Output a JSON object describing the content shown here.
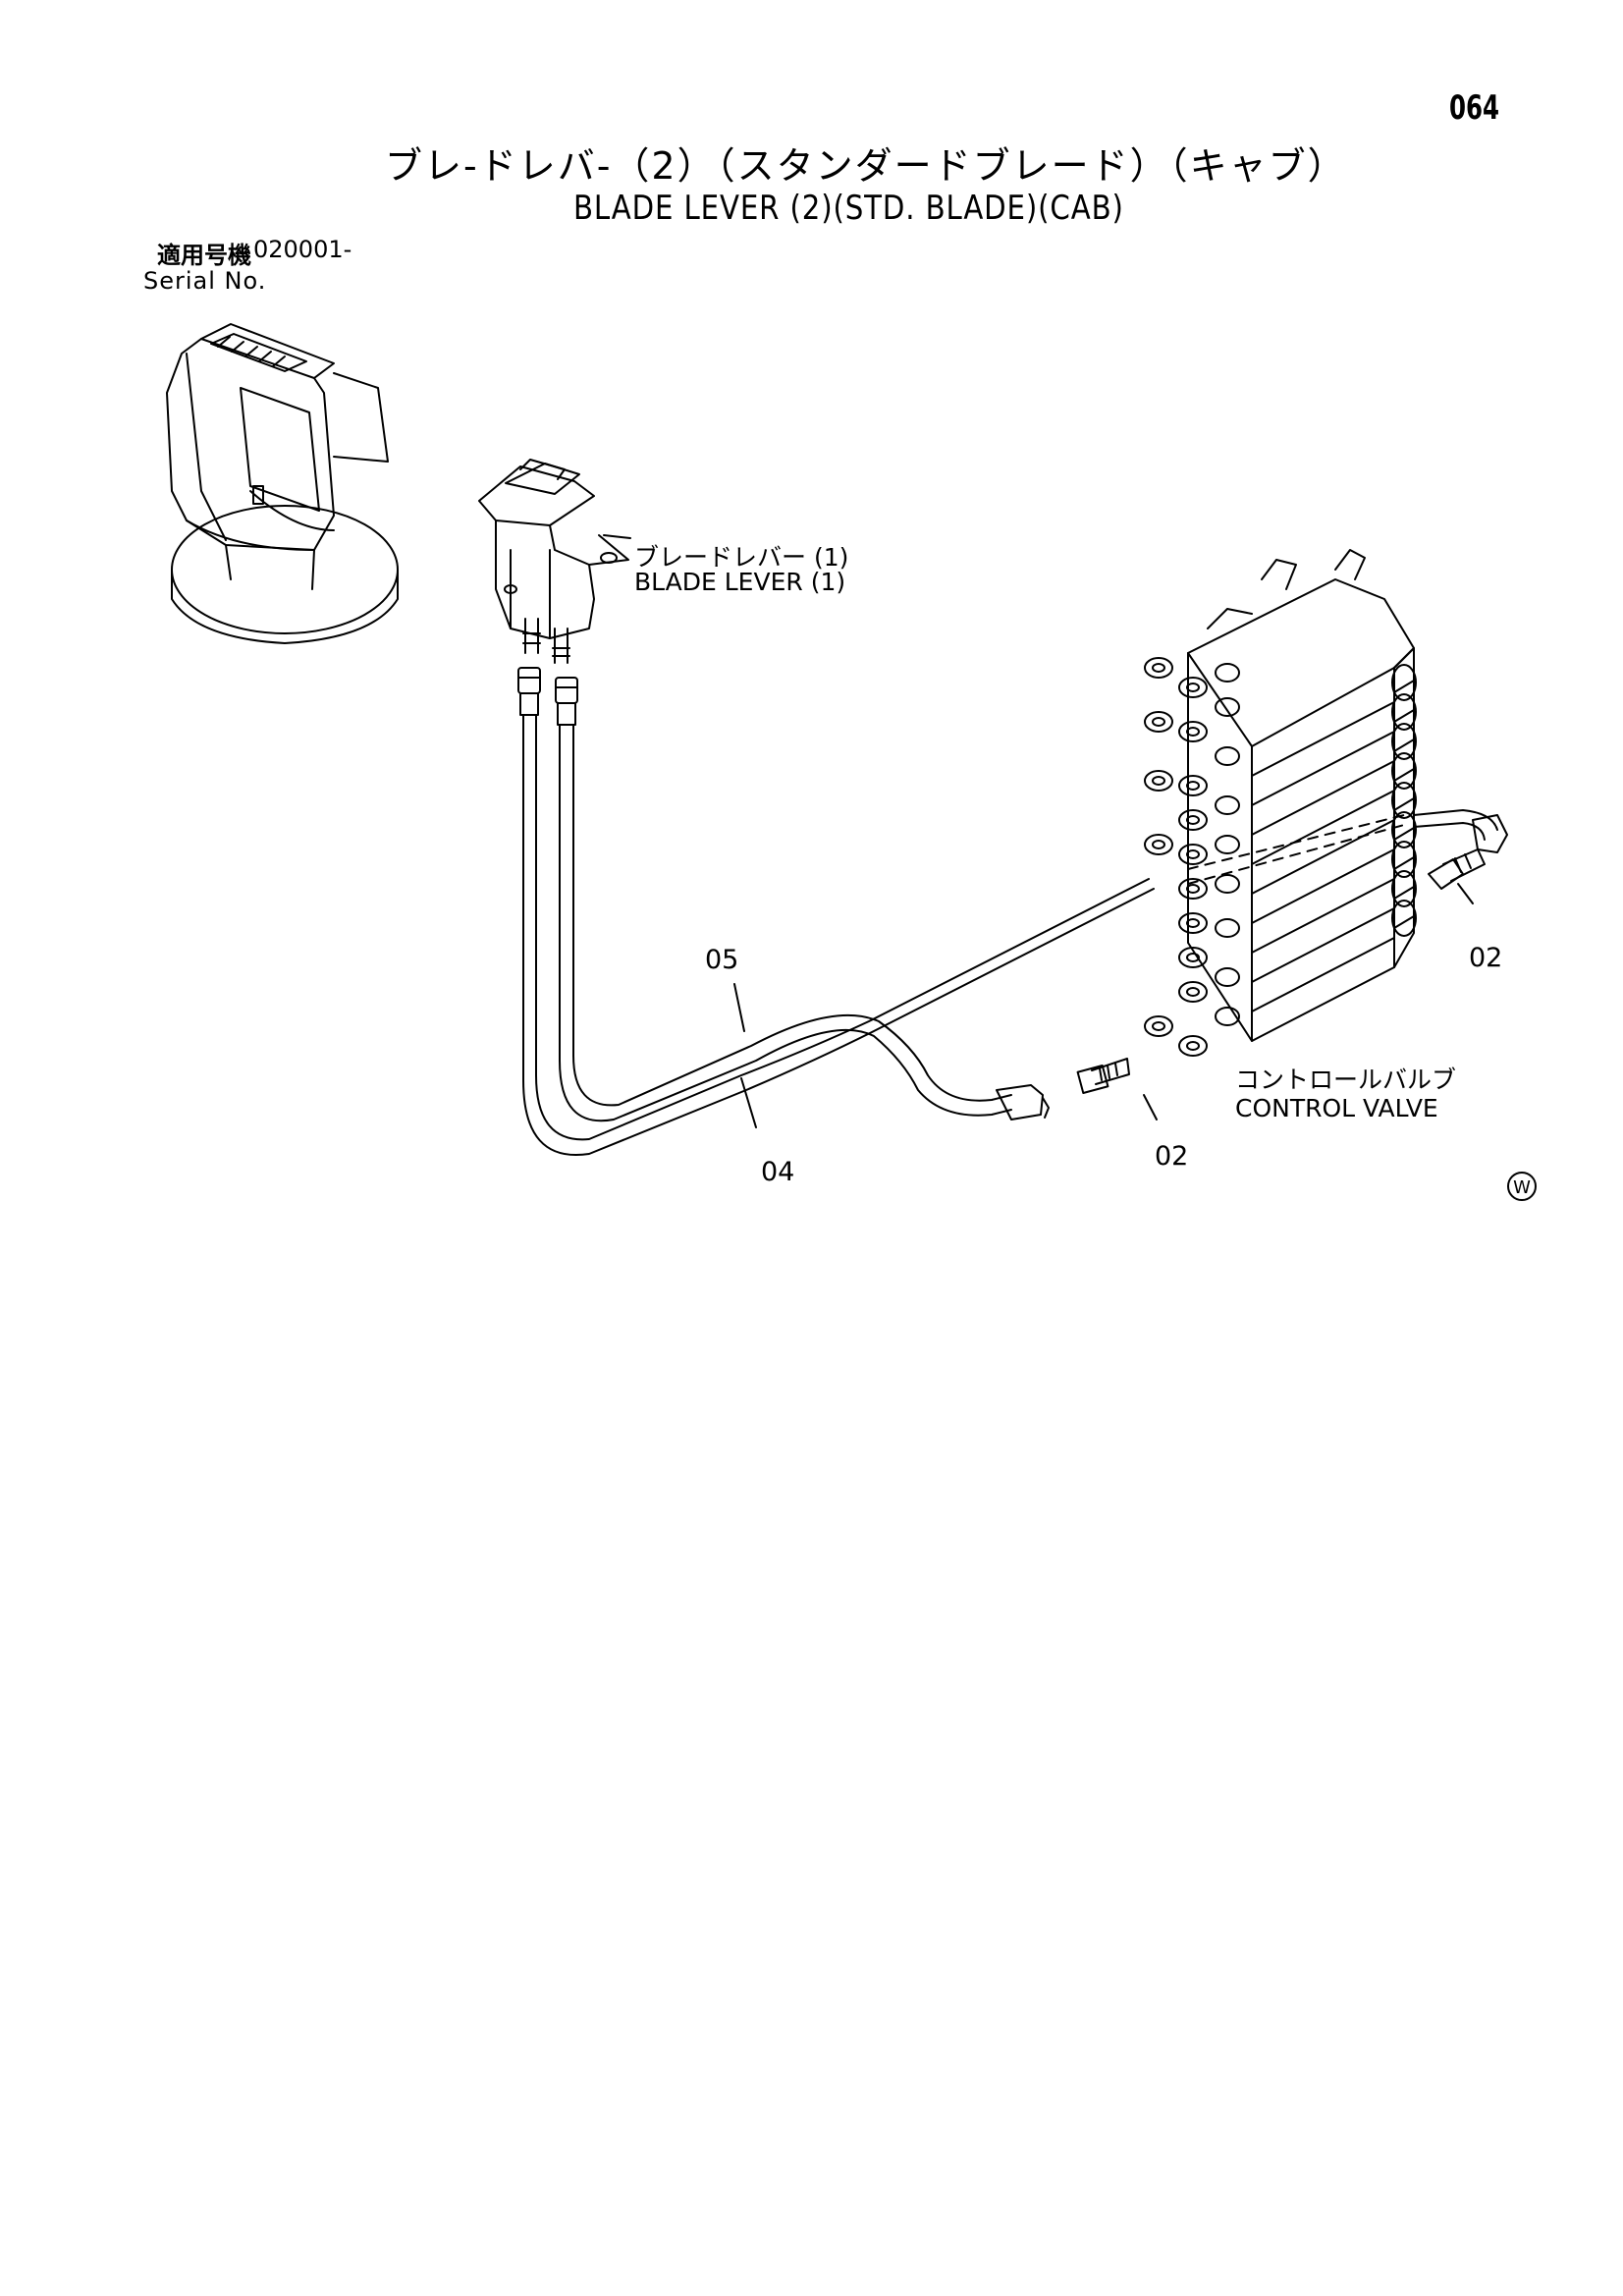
{
  "page": {
    "number": "064",
    "title_jp": "ブレ-ドレバ-（2）（スタンダードブレード）（キャブ）",
    "title_en": "BLADE LEVER (2)(STD. BLADE)(CAB)"
  },
  "serial": {
    "label_jp": "適用号機",
    "value": "020001-",
    "label_en": "Serial No."
  },
  "labels": {
    "blade_lever_jp": "ブレードレバー (1)",
    "blade_lever_en": "BLADE LEVER (1)",
    "control_valve_jp": "コントロールバルブ",
    "control_valve_en": "CONTROL VALVE"
  },
  "parts": {
    "p05": "05",
    "p04": "04",
    "p02_right": "02",
    "p02_bottom": "02"
  },
  "watermark": "W"
}
